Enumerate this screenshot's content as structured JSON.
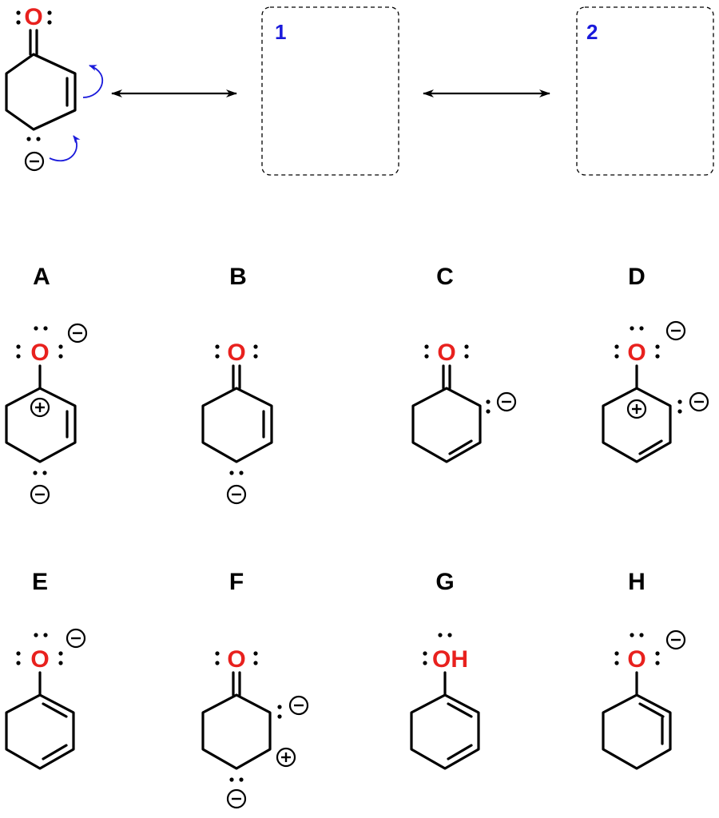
{
  "question": {
    "starting_structure": {
      "atom_label": "O",
      "charges": [
        "−"
      ]
    },
    "answer_boxes": [
      {
        "number": "1"
      },
      {
        "number": "2"
      }
    ]
  },
  "options": [
    {
      "letter": "A",
      "atom_label": "O",
      "charges": [
        "−",
        "+",
        "−"
      ]
    },
    {
      "letter": "B",
      "atom_label": "O",
      "charges": [
        "−"
      ]
    },
    {
      "letter": "C",
      "atom_label": "O",
      "charges": [
        "−"
      ]
    },
    {
      "letter": "D",
      "atom_label": "O",
      "charges": [
        "−",
        "+",
        "−"
      ]
    },
    {
      "letter": "E",
      "atom_label": "O",
      "charges": [
        "−"
      ]
    },
    {
      "letter": "F",
      "atom_label": "O",
      "charges": [
        "−",
        "+",
        "−"
      ]
    },
    {
      "letter": "G",
      "atom_label": "OH",
      "charges": []
    },
    {
      "letter": "H",
      "atom_label": "O",
      "charges": [
        "−"
      ]
    }
  ],
  "colors": {
    "oxygen": "#e8211e",
    "box_number": "#1a1adb",
    "curved_arrow": "#1a1adb"
  }
}
